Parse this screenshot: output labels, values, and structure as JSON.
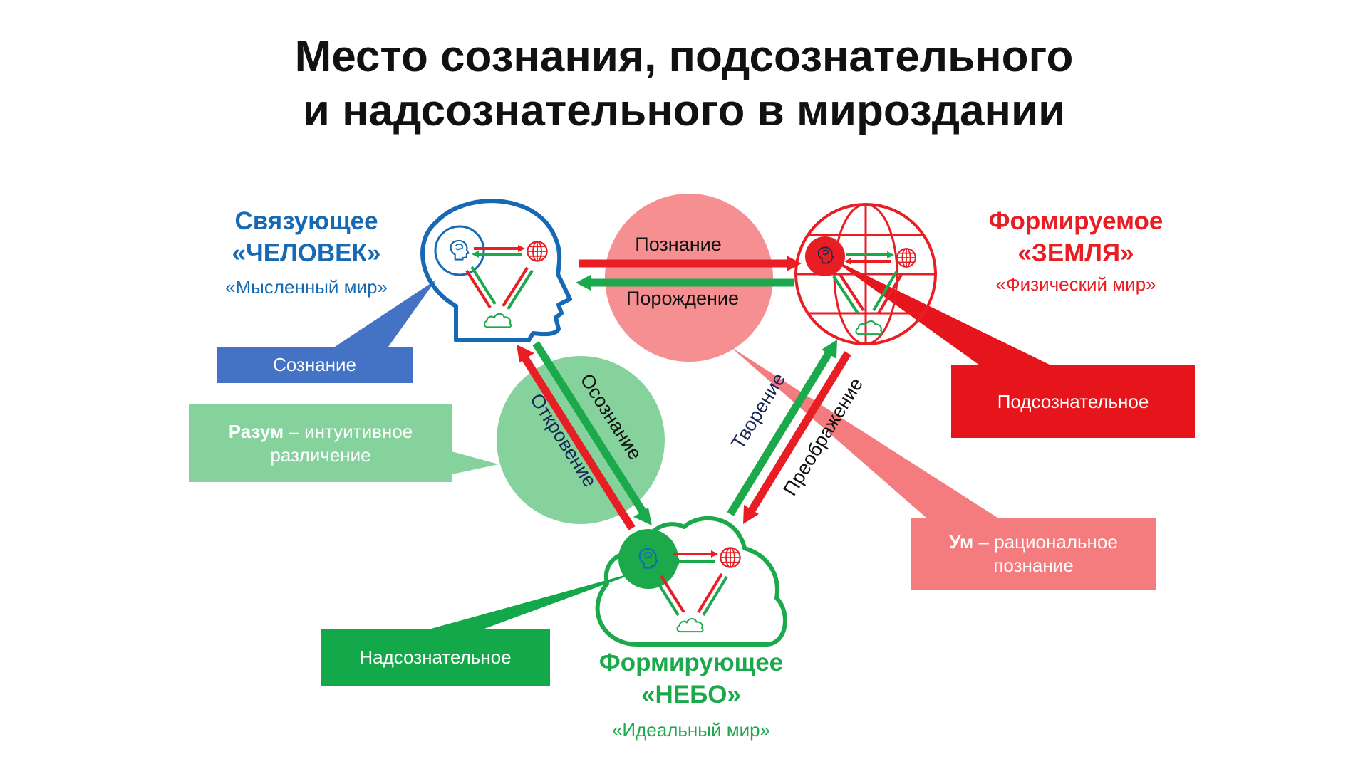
{
  "title": {
    "line1": "Место сознания, подсознательного",
    "line2": "и надсознательного в мироздании"
  },
  "colors": {
    "blue": "#1769b3",
    "red": "#e81e24",
    "green": "#1ba94c",
    "pink_circle": "#f58f91",
    "light_green_circle": "#86d29d",
    "box_blue": "#4472c4",
    "box_red": "#e6141b",
    "box_pink": "#f47b7e",
    "box_light_green": "#86d29d",
    "box_green": "#13a94a",
    "dark_text": "#1a2656"
  },
  "nodes": {
    "human": {
      "line1": "Связующее",
      "line2": "«ЧЕЛОВЕК»",
      "sub": "«Мысленный мир»"
    },
    "earth": {
      "line1": "Формируемое",
      "line2": "«ЗЕМЛЯ»",
      "sub": "«Физический мир»"
    },
    "sky": {
      "line1": "Формирующее",
      "line2": "«НЕБО»",
      "sub": "«Идеальный мир»"
    }
  },
  "arrows": {
    "top_right": "Познание",
    "top_left": "Порождение",
    "left_down": "Осознание",
    "left_up": "Откровение",
    "right_up": "Творение",
    "right_down": "Преображение"
  },
  "boxes": {
    "consciousness": "Сознание",
    "reason_bold": "Разум",
    "reason_rest": " – интуитивное различение",
    "subconscious": "Подсознательное",
    "mind_bold": "Ум",
    "mind_rest": " – рациональное познание",
    "superconscious": "Надсознательное"
  },
  "icons": [
    "head-icon",
    "globe-icon",
    "cloud-icon"
  ]
}
